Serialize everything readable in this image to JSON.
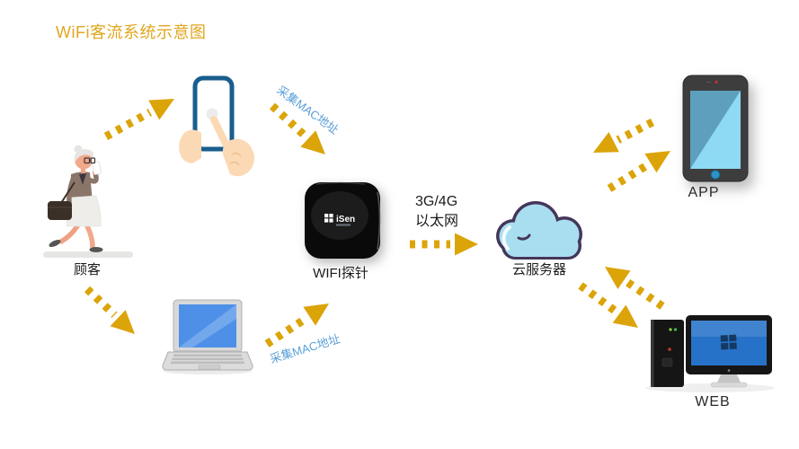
{
  "title": "WiFi客流系统示意图",
  "colors": {
    "accent": "#DBA409",
    "title": "#E0A61E",
    "flow_label": "#5B9FD8",
    "cloud_fill": "#A9DEF0",
    "cloud_outline": "#44375A",
    "text": "#1B1B1B"
  },
  "nodes": {
    "customer": {
      "label": "顾客",
      "icon": "walking-woman-with-phone"
    },
    "smartphone": {
      "icon": "hand-holding-smartphone"
    },
    "laptop": {
      "icon": "laptop"
    },
    "probe": {
      "label": "WIFI探针",
      "logo_text": "iSen",
      "icon": "black-wifi-probe-box"
    },
    "link": {
      "line1": "3G/4G",
      "line2": "以太网"
    },
    "cloud": {
      "label": "云服务器",
      "icon": "cloud"
    },
    "app": {
      "label": "APP",
      "icon": "tablet"
    },
    "web": {
      "label": "WEB",
      "icon": "desktop-computer"
    }
  },
  "flows": {
    "collect_mac_top": {
      "label": "采集MAC地址"
    },
    "collect_mac_bottom": {
      "label": "采集MAC地址"
    }
  }
}
